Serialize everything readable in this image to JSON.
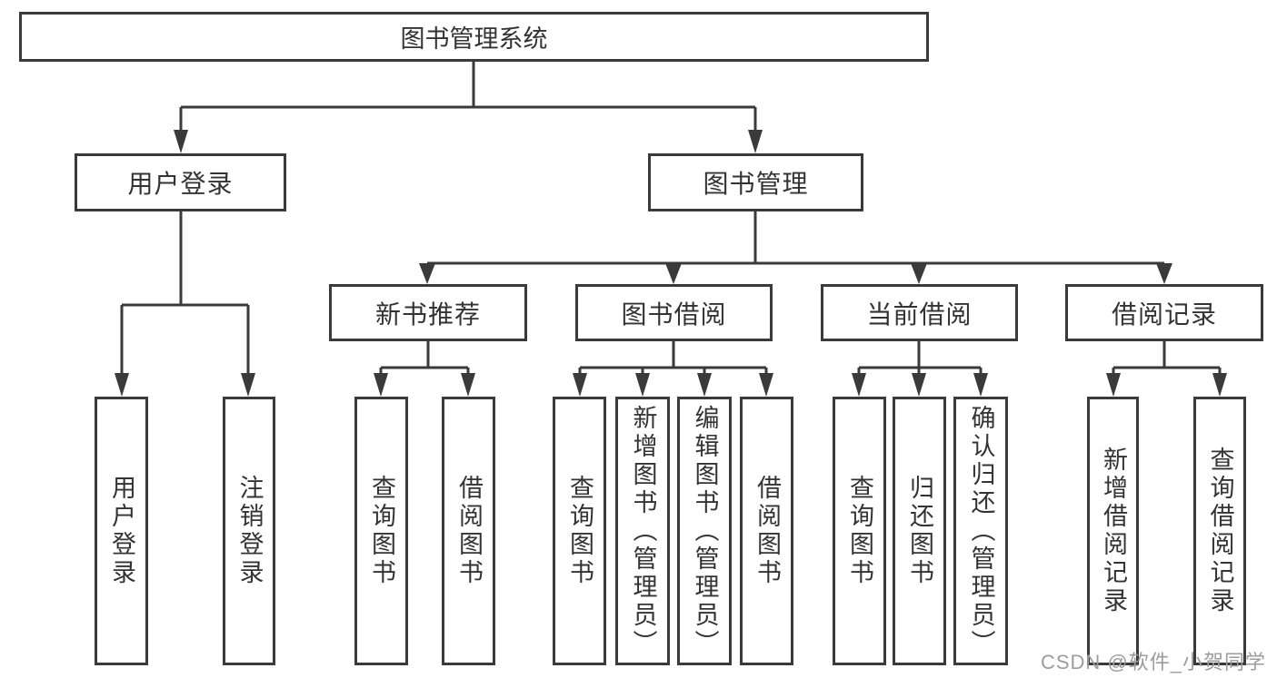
{
  "diagram": {
    "root": "图书管理系统",
    "level2": {
      "user_login": "用户登录",
      "book_management": "图书管理"
    },
    "level3": {
      "new_book_recommend": "新书推荐",
      "book_borrowing": "图书借阅",
      "current_borrowing": "当前借阅",
      "borrowing_records": "借阅记录"
    },
    "leaves": {
      "user_login": [
        "用户登录",
        "注销登录"
      ],
      "new_book_recommend": [
        "查询图书",
        "借阅图书"
      ],
      "book_borrowing": [
        "查询图书",
        "新增图书（管理员）",
        "编辑图书（管理员）",
        "借阅图书"
      ],
      "current_borrowing": [
        "查询图书",
        "归还图书",
        "确认归还（管理员）"
      ],
      "borrowing_records": [
        "新增借阅记录",
        "查询借阅记录"
      ]
    }
  },
  "watermark": "CSDN @软件_小贺同学",
  "colors": {
    "line": "#3a3a3a",
    "text": "#333333",
    "watermark": "#9c9c9c",
    "background": "#ffffff"
  }
}
